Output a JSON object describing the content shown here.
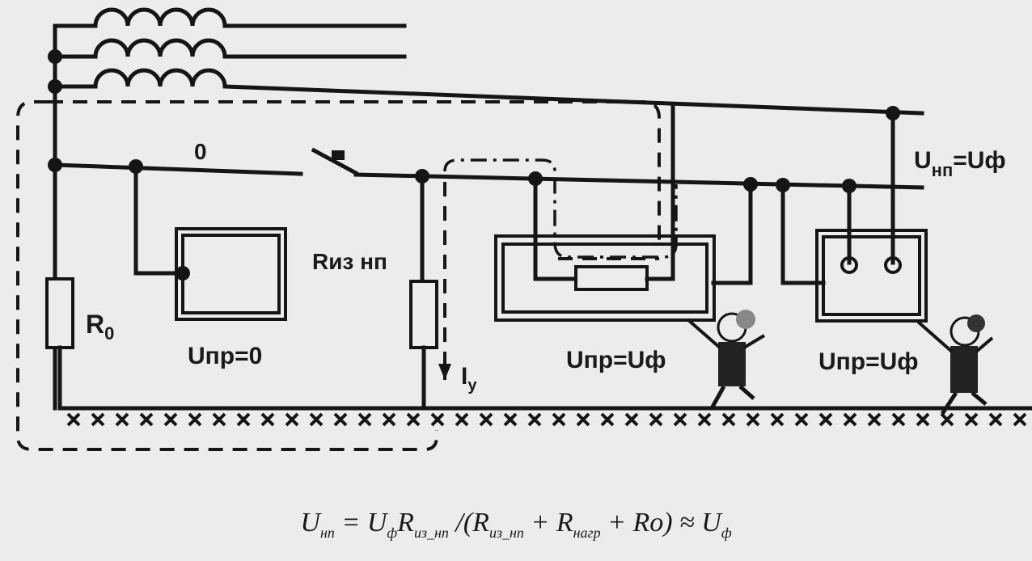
{
  "labels": {
    "zero_wire": "0",
    "r0": "R",
    "r0_sub": "0",
    "riz": "Rиз нп",
    "upr_zero": "Uпр=0",
    "upr_uf_1": "Uпр=Uф",
    "upr_uf_2": "Uпр=Uф",
    "iy": "I",
    "iy_sub": "у",
    "unp_main": "U",
    "unp_sub": "нп",
    "unp_eq": "=Uф"
  },
  "formula": {
    "lhs": "U",
    "lhs_sub": "нп",
    "eq": " = U",
    "uf_sub": "ф",
    "r": "R",
    "r_sub": "из_нп",
    "div": " /(R",
    "r2_sub": "из_нп",
    "plus1": " + R",
    "rload_sub": "нагр",
    "plus2": " + Ro) ≈ U",
    "end_sub": "ф"
  },
  "icons": [
    "person-touching-casing-icon",
    "person-touching-casing-icon"
  ]
}
